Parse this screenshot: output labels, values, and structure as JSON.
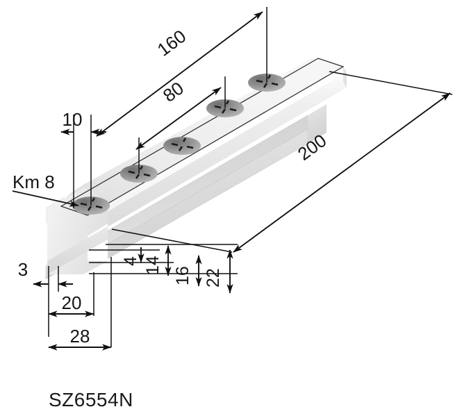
{
  "drawing": {
    "part_label": "SZ6554N",
    "description": "Isometric technical drawing of a C-channel mounting rail with five countersunk holes",
    "background_color": "#ffffff",
    "line_color": "#111111",
    "body_light": "#f2f2f2",
    "body_mid": "#e3e3e3",
    "body_dark": "#cfcfcf",
    "hole_color": "#8f8f8f",
    "highlight_color": "#ffffff"
  },
  "dimensions": {
    "length_total": "200",
    "hole_span_full": "160",
    "hole_span_half": "80",
    "edge_offset": "10",
    "hole_callout": "Km 8",
    "wall_thickness": "3",
    "slot_width": "20",
    "base_width": "28",
    "lip_thickness": "4",
    "slot_depth": "14",
    "inner_height": "16",
    "total_height": "22"
  },
  "labels": [
    {
      "id": "dim-160",
      "text": "160",
      "kind": "linear-diagonal"
    },
    {
      "id": "dim-80",
      "text": "80",
      "kind": "linear-diagonal"
    },
    {
      "id": "dim-10",
      "text": "10",
      "kind": "linear-horizontal"
    },
    {
      "id": "dim-km8",
      "text": "Km 8",
      "kind": "leader-callout"
    },
    {
      "id": "dim-200",
      "text": "200",
      "kind": "linear-diagonal"
    },
    {
      "id": "dim-3",
      "text": "3",
      "kind": "linear-horizontal"
    },
    {
      "id": "dim-20",
      "text": "20",
      "kind": "linear-horizontal"
    },
    {
      "id": "dim-28",
      "text": "28",
      "kind": "linear-horizontal"
    },
    {
      "id": "dim-4",
      "text": "4",
      "kind": "linear-vertical"
    },
    {
      "id": "dim-14",
      "text": "14",
      "kind": "linear-vertical"
    },
    {
      "id": "dim-16",
      "text": "16",
      "kind": "linear-vertical"
    },
    {
      "id": "dim-22",
      "text": "22",
      "kind": "linear-vertical"
    }
  ],
  "holes": {
    "count": 5,
    "type": "countersunk",
    "callout": "Km 8"
  }
}
